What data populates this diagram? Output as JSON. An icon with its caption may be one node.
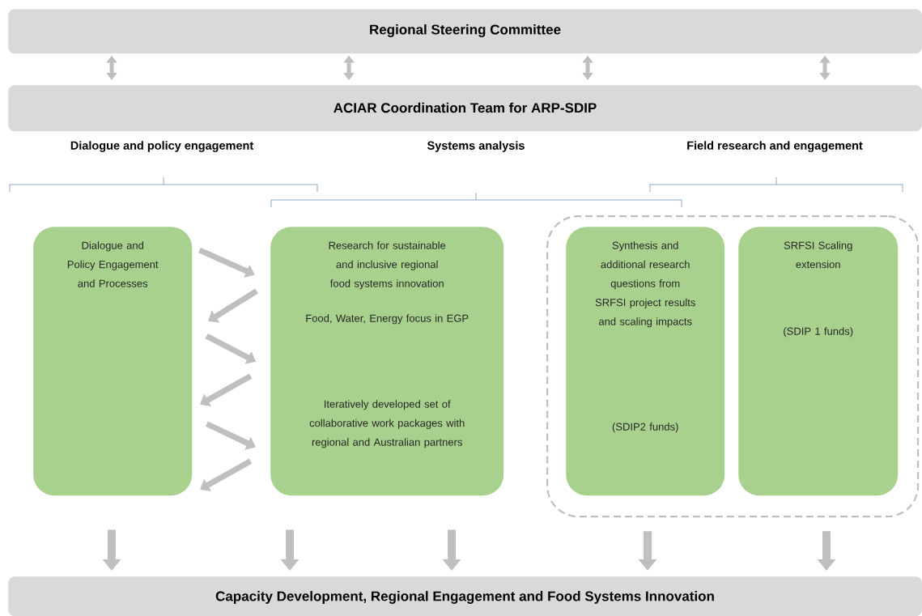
{
  "diagram": {
    "nodes": [
      {
        "text": [
          "Regional Steering Committee"
        ]
      },
      {
        "text": [
          "ACIAR Coordination Team for ARP-SDIP"
        ]
      },
      {
        "text": [
          "Dialogue and Policy Engagement and Processes"
        ]
      },
      {
        "text": [
          "Research for sustainable and inclusive regional food systems innovation",
          "Food, Water, Energy focus in EGP",
          "Iteratively developed set of collaborative work packages with regional and Australian partners"
        ]
      },
      {
        "text": [],
        "shape": "box"
      },
      {
        "text": [
          "Synthesis and additional research questions from SRFSI project results and scaling impacts",
          "(SDIP2 funds)"
        ],
        "in": 4
      },
      {
        "text": [
          "SRFSI Scaling extension",
          "(SDIP 1 funds)"
        ],
        "in": 4
      },
      {
        "text": [
          "Capacity Development, Regional Engagement and Food Systems Innovation"
        ]
      }
    ],
    "edges": [
      {
        "from": 0,
        "to": 1,
        "arrow": "both"
      },
      {
        "from": 0,
        "to": 1,
        "arrow": "both"
      },
      {
        "from": 0,
        "to": 1,
        "arrow": "both"
      },
      {
        "from": 0,
        "to": 1,
        "arrow": "both"
      },
      {
        "from": 2,
        "to": 3,
        "arrow": "to"
      },
      {
        "from": 3,
        "to": 2,
        "arrow": "to"
      },
      {
        "from": 2,
        "to": 3,
        "arrow": "to"
      },
      {
        "from": 3,
        "to": 2,
        "arrow": "to"
      },
      {
        "from": 2,
        "to": 3,
        "arrow": "to"
      },
      {
        "from": 3,
        "to": 2,
        "arrow": "to"
      },
      {
        "from": 2,
        "to": 7,
        "arrow": "to"
      },
      {
        "from": 3,
        "to": 7,
        "arrow": "to"
      },
      {
        "from": 3,
        "to": 7,
        "arrow": "to"
      },
      {
        "from": 4,
        "to": 7,
        "arrow": "to"
      },
      {
        "from": 4,
        "to": 7,
        "arrow": "to"
      }
    ],
    "labels": [
      "Dialogue and policy engagement",
      "Systems analysis",
      "Field research and engagement"
    ]
  }
}
